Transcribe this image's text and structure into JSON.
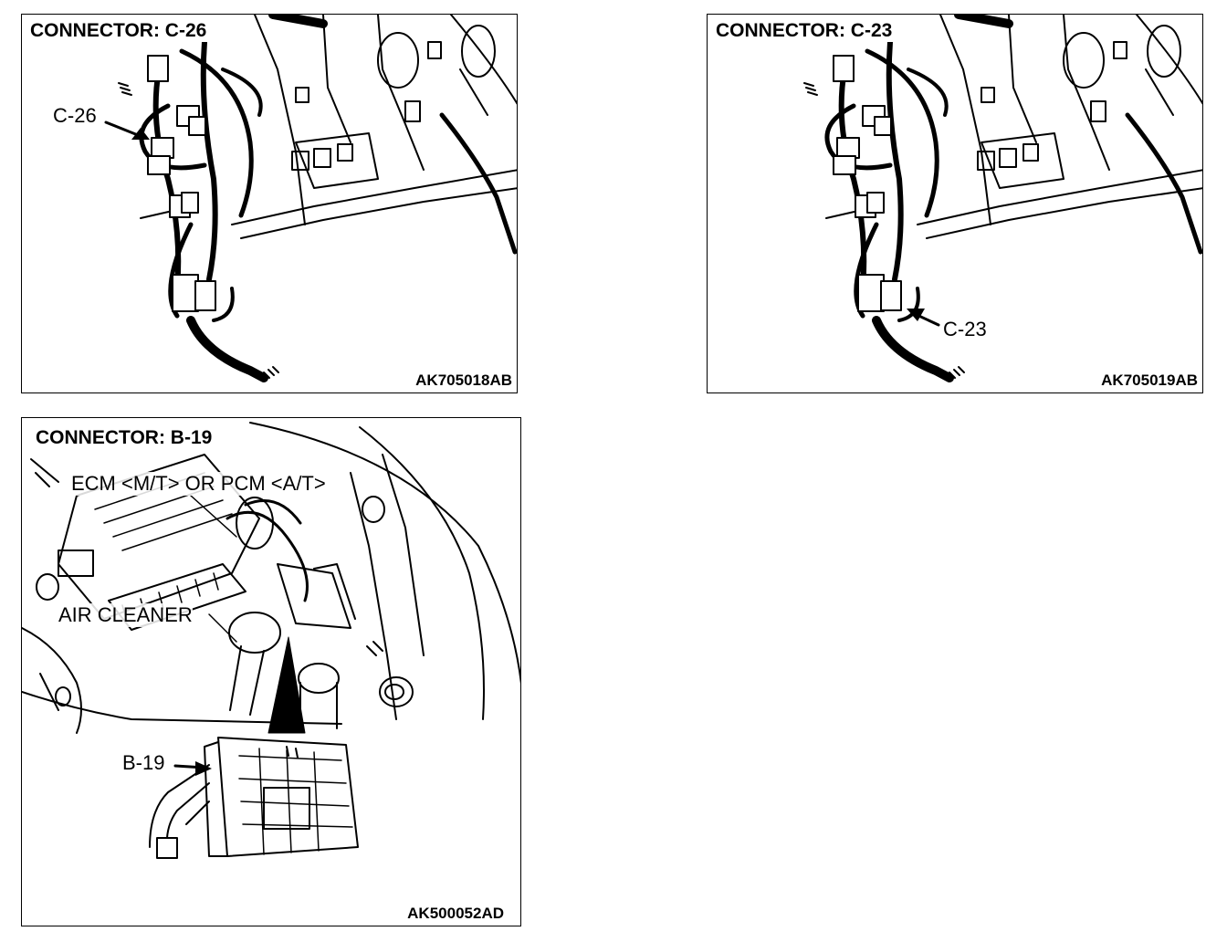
{
  "panels": [
    {
      "title": "CONNECTOR: C-26",
      "callout": "C-26",
      "code": "AK705018AB"
    },
    {
      "title": "CONNECTOR: C-23",
      "callout": "C-23",
      "code": "AK705019AB"
    },
    {
      "title": "CONNECTOR: B-19",
      "callout": "B-19",
      "code": "AK500052AD",
      "labels": {
        "ecm": "ECM <M/T> OR PCM <A/T>",
        "air_cleaner": "AIR CLEANER"
      }
    }
  ]
}
